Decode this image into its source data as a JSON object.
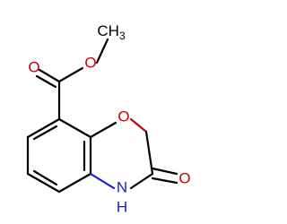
{
  "colors": {
    "bond": "#000000",
    "oxygen": "#cc0000",
    "nitrogen": "#1a1ad6",
    "background": "#ffffff"
  },
  "atoms": {
    "methyl": {
      "main": "CH",
      "sub": "3"
    },
    "ester_carbonyl_o": "O",
    "ester_o": "O",
    "ring_o": "O",
    "lactam_o": "O",
    "nh": {
      "n": "N",
      "h": "H"
    }
  }
}
